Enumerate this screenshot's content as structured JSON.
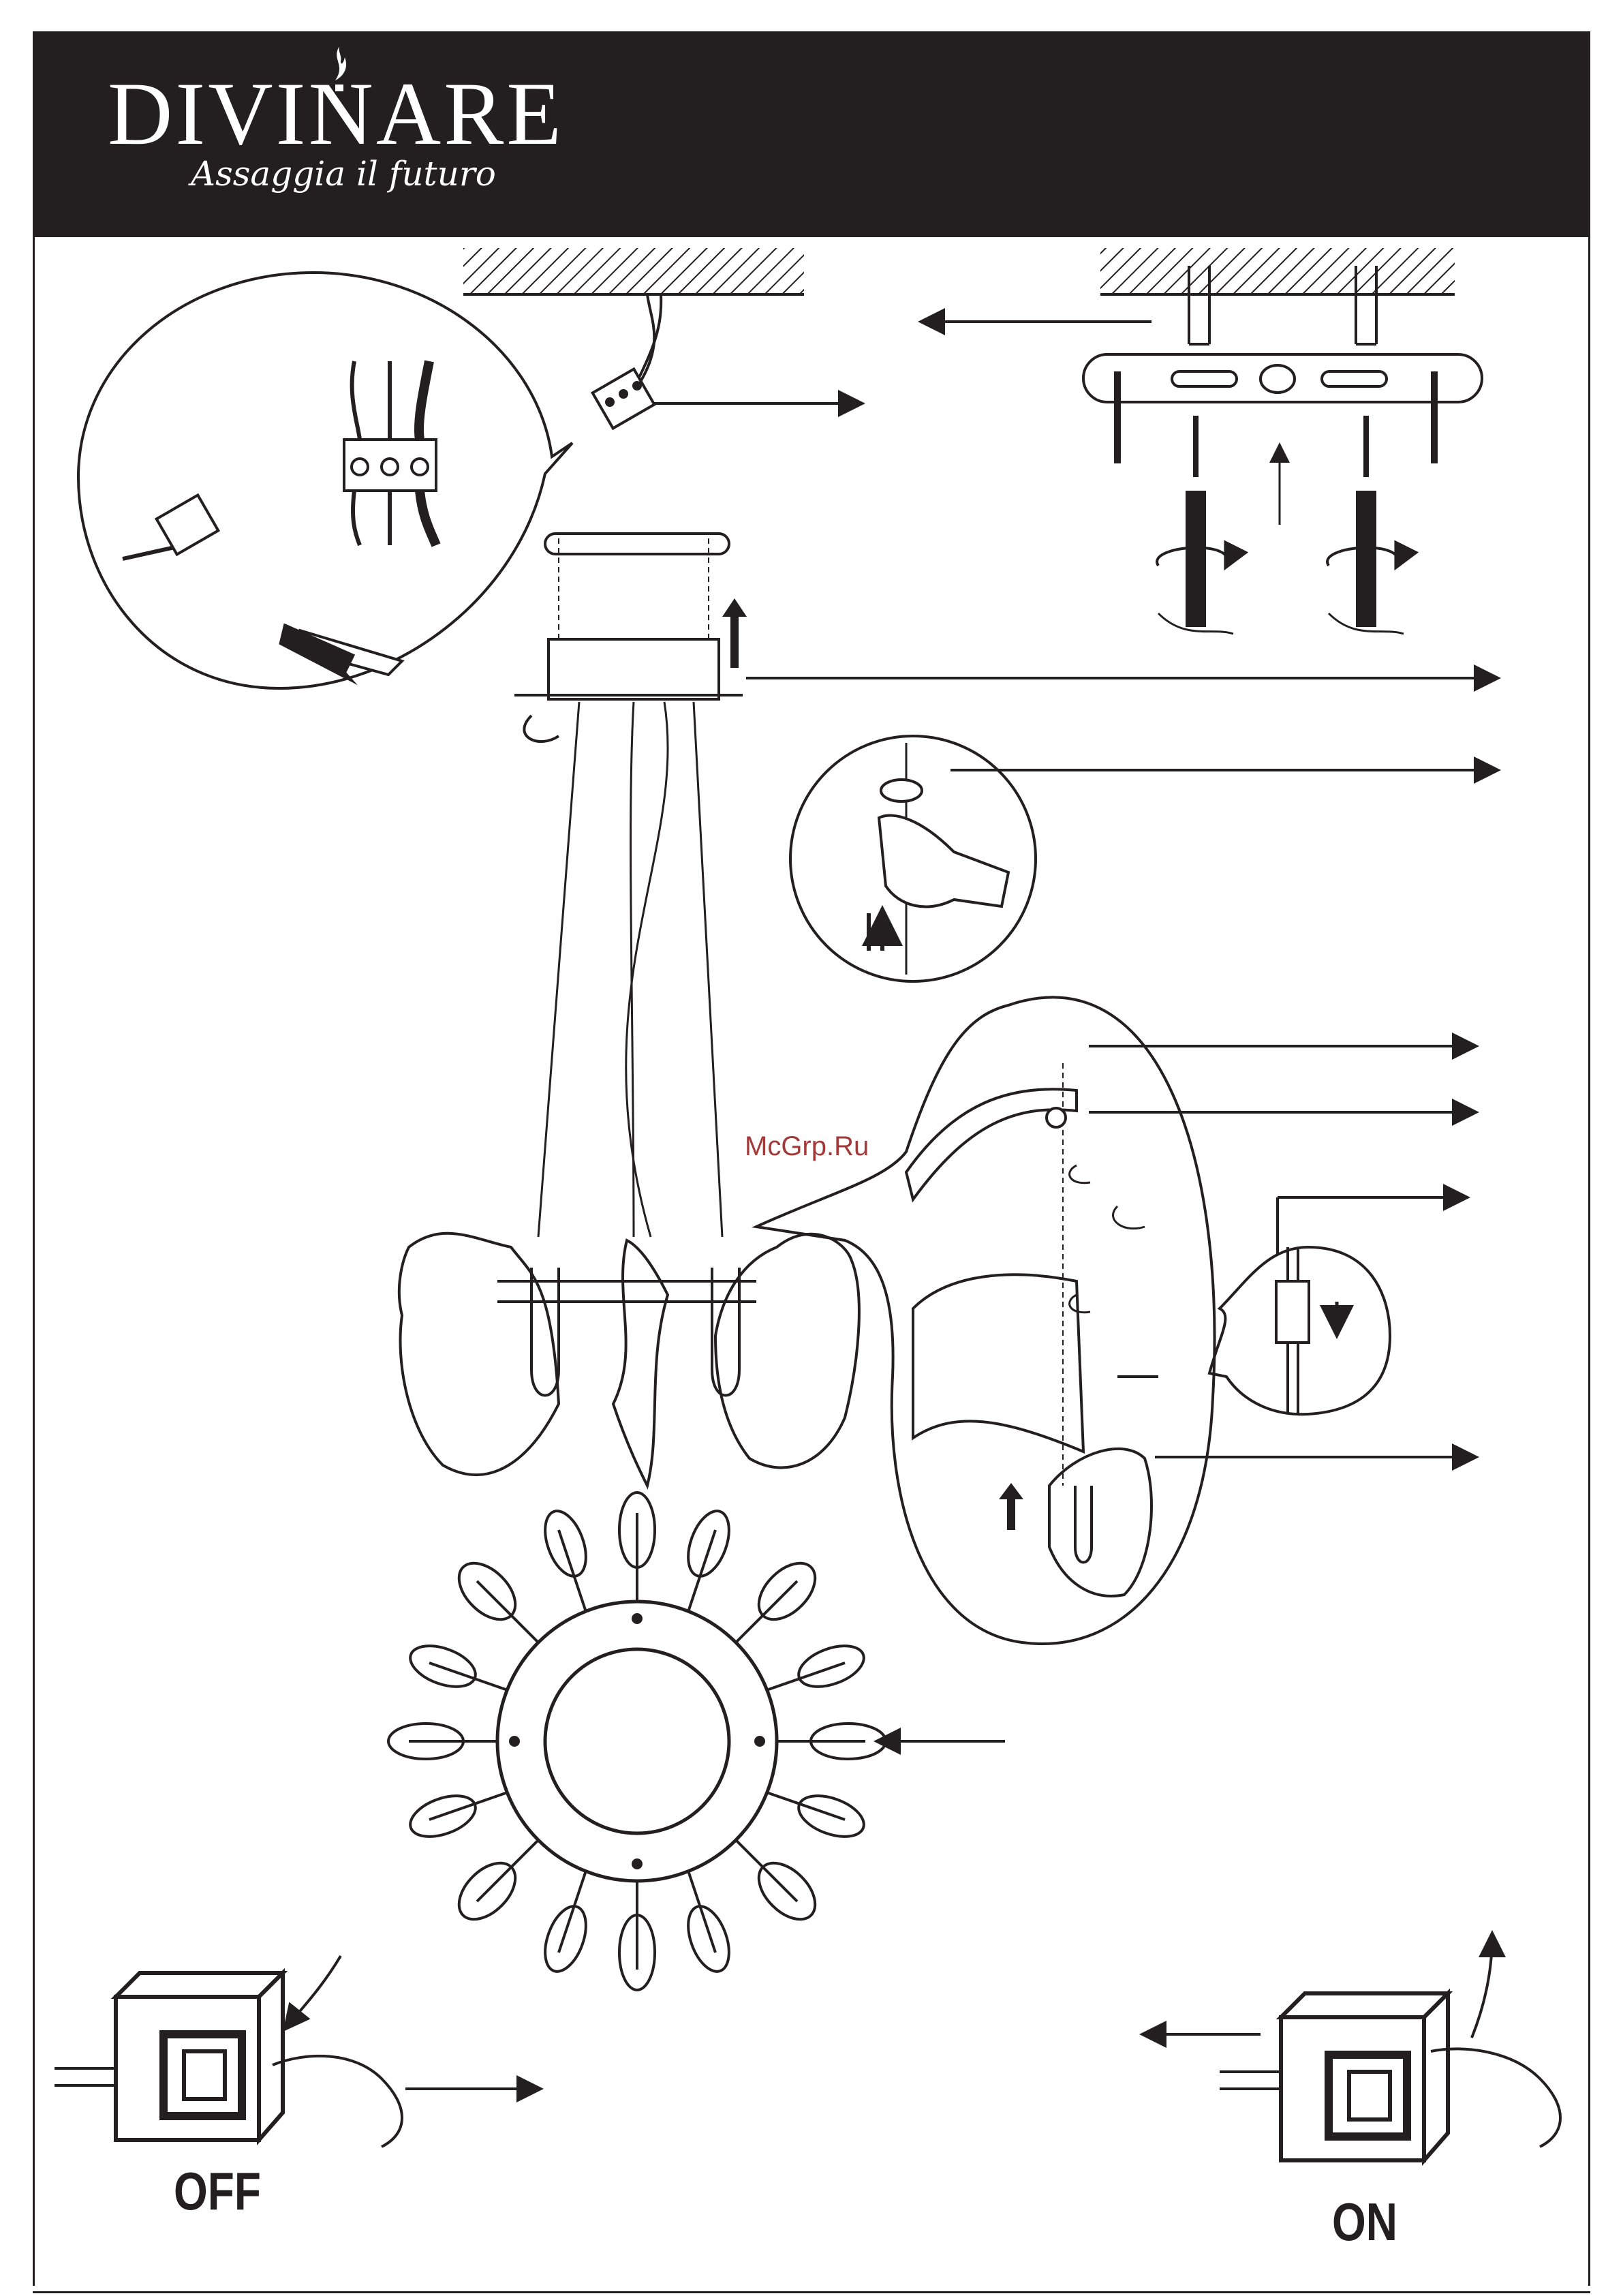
{
  "header": {
    "brand": "DIVINARE",
    "tagline": "Assaggia il futuro",
    "background_color": "#231f20"
  },
  "watermark": "McGrp.Ru",
  "switches": {
    "off_label": "OFF",
    "on_label": "ON"
  },
  "icons": [
    "flame-icon",
    "arrow-right-icon",
    "arrow-left-icon",
    "arrow-up-icon",
    "arrow-down-icon",
    "rotate-icon",
    "screwdriver-icon",
    "hand-icon",
    "wire-connector-icon",
    "light-switch-icon"
  ]
}
